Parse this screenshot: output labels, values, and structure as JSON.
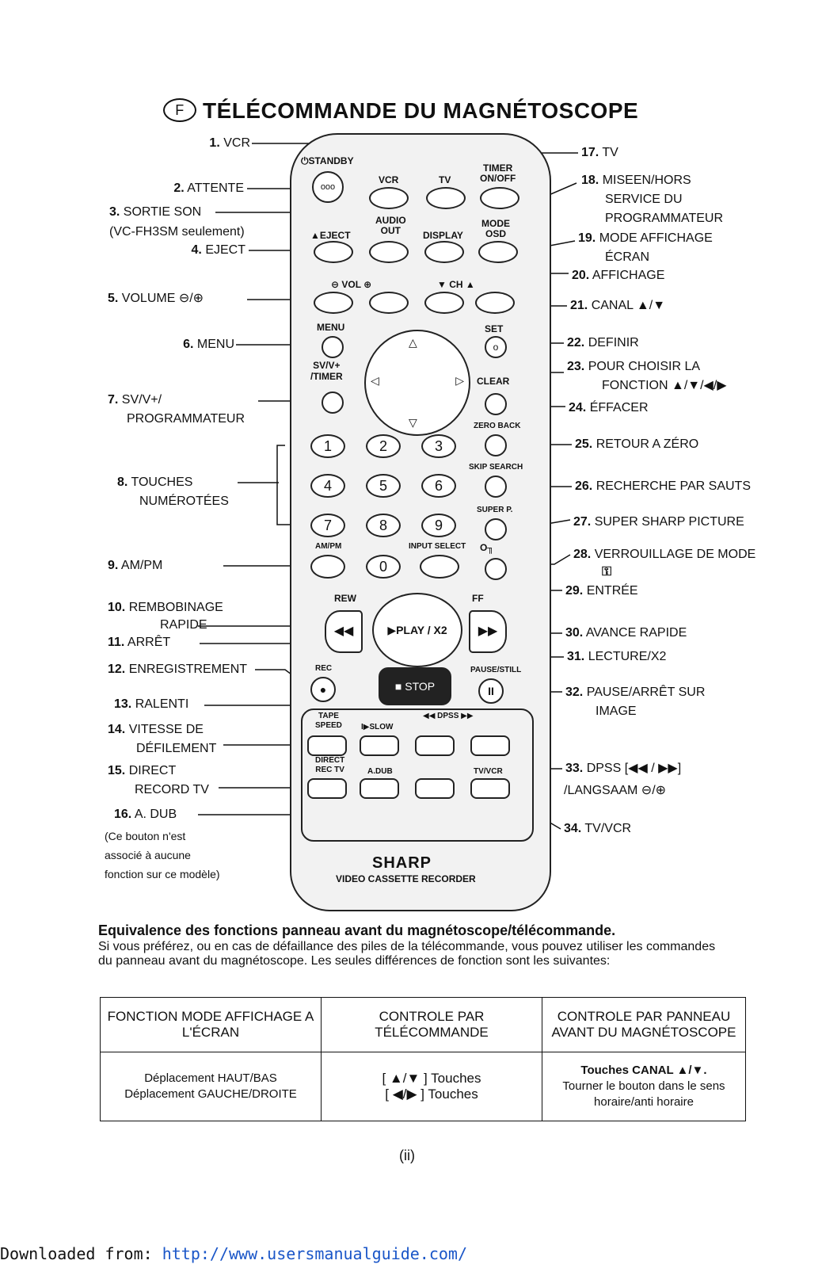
{
  "header": {
    "lang": "F",
    "title": "TÉLÉCOMMANDE DU MAGNÉTOSCOPE"
  },
  "remote": {
    "standby": "⏻STANDBY",
    "vcr": "VCR",
    "tv": "TV",
    "timer": "TIMER\nON/OFF",
    "audio_out": "AUDIO\nOUT",
    "mode_osd": "MODE\nOSD",
    "eject": "▲EJECT",
    "display": "DISPLAY",
    "vol": "⊖ VOL ⊕",
    "ch": "▼ CH ▲",
    "menu": "MENU",
    "set": "SET",
    "svv": "SV/V+\n/TIMER",
    "clear": "CLEAR",
    "zero_back": "ZERO BACK",
    "skip_search": "SKIP SEARCH",
    "super_p": "SUPER P.",
    "ampm": "AM/PM",
    "input_select": "INPUT SELECT",
    "key_icon": "O╖",
    "digits": [
      "1",
      "2",
      "3",
      "4",
      "5",
      "6",
      "7",
      "8",
      "9",
      "0"
    ],
    "rew": "REW",
    "ff": "FF",
    "play": "▶PLAY / X2",
    "stop": "■ STOP",
    "rec": "REC",
    "pause": "PAUSE/STILL",
    "tape_speed": "TAPE\nSPEED",
    "slow": "I▶SLOW",
    "dpss": "◀◀  DPSS  ▶▶",
    "direct": "DIRECT\nREC TV",
    "adub": "A.DUB",
    "tvvcr": "TV/VCR",
    "brand": "SHARP",
    "brand_sub": "VIDEO CASSETTE RECORDER"
  },
  "callouts_left": [
    {
      "n": "1.",
      "t": "VCR"
    },
    {
      "n": "2.",
      "t": "ATTENTE"
    },
    {
      "n": "3.",
      "t": "SORTIE SON"
    },
    {
      "n": "",
      "t": "(VC-FH3SM seulement)"
    },
    {
      "n": "4.",
      "t": "EJECT"
    },
    {
      "n": "5.",
      "t": "VOLUME ⊖/⊕"
    },
    {
      "n": "6.",
      "t": "MENU"
    },
    {
      "n": "7.",
      "t": "SV/V+/"
    },
    {
      "n": "",
      "t": "PROGRAMMATEUR"
    },
    {
      "n": "8.",
      "t": "TOUCHES"
    },
    {
      "n": "",
      "t": "NUMÉROTÉES"
    },
    {
      "n": "9.",
      "t": "AM/PM"
    },
    {
      "n": "10.",
      "t": "REMBOBINAGE"
    },
    {
      "n": "",
      "t": "RAPIDE"
    },
    {
      "n": "11.",
      "t": "ARRÊT"
    },
    {
      "n": "12.",
      "t": "ENREGISTREMENT"
    },
    {
      "n": "13.",
      "t": "RALENTI"
    },
    {
      "n": "14.",
      "t": "VITESSE DE"
    },
    {
      "n": "",
      "t": "DÉFILEMENT"
    },
    {
      "n": "15.",
      "t": "DIRECT"
    },
    {
      "n": "",
      "t": "RECORD TV"
    },
    {
      "n": "16.",
      "t": "A. DUB"
    },
    {
      "n": "",
      "t": "(Ce bouton n'est"
    },
    {
      "n": "",
      "t": "associé à aucune"
    },
    {
      "n": "",
      "t": "fonction sur ce modèle)"
    }
  ],
  "callouts_right": [
    {
      "n": "17.",
      "t": "TV"
    },
    {
      "n": "18.",
      "t": "MISEEN/HORS"
    },
    {
      "n": "",
      "t": "SERVICE DU"
    },
    {
      "n": "",
      "t": "PROGRAMMATEUR"
    },
    {
      "n": "19.",
      "t": "MODE AFFICHAGE"
    },
    {
      "n": "",
      "t": "ÉCRAN"
    },
    {
      "n": "20.",
      "t": "AFFICHAGE"
    },
    {
      "n": "21.",
      "t": "CANAL ▲/▼"
    },
    {
      "n": "22.",
      "t": "DEFINIR"
    },
    {
      "n": "23.",
      "t": "POUR CHOISIR LA"
    },
    {
      "n": "",
      "t": "FONCTION ▲/▼/◀/▶"
    },
    {
      "n": "24.",
      "t": "ÉFFACER"
    },
    {
      "n": "25.",
      "t": "RETOUR A ZÉRO"
    },
    {
      "n": "26.",
      "t": "RECHERCHE PAR SAUTS"
    },
    {
      "n": "27.",
      "t": "SUPER SHARP PICTURE"
    },
    {
      "n": "28.",
      "t": "VERROUILLAGE DE MODE"
    },
    {
      "n": "29.",
      "t": "ENTRÉE"
    },
    {
      "n": "30.",
      "t": "AVANCE RAPIDE"
    },
    {
      "n": "31.",
      "t": "LECTURE/X2"
    },
    {
      "n": "32.",
      "t": "PAUSE/ARRÊT SUR"
    },
    {
      "n": "",
      "t": "IMAGE"
    },
    {
      "n": "33.",
      "t": "DPSS [◀◀ / ▶▶]"
    },
    {
      "n": "",
      "t": "/LANGSAAM ⊖/⊕"
    },
    {
      "n": "34.",
      "t": "TV/VCR"
    }
  ],
  "equivalence": {
    "heading": "Equivalence des fonctions panneau avant du magnétoscope/télécommande.",
    "text": "Si vous préférez, ou en cas de défaillance des piles de la télécommande, vous pouvez utiliser les commandes du panneau avant du magnétoscope. Les seules différences de fonction sont les suivantes:",
    "headers": [
      "FONCTION MODE AFFICHAGE A L'ÉCRAN",
      "CONTROLE PAR TÉLÉCOMMANDE",
      "CONTROLE PAR PANNEAU AVANT DU MAGNÉTOSCOPE"
    ],
    "row": {
      "c1a": "Déplacement HAUT/BAS",
      "c1b": "Déplacement GAUCHE/DROITE",
      "c2a": "[ ▲/▼ ] Touches",
      "c2b": "[ ◀/▶ ] Touches",
      "c3a": "Touches CANAL ▲/▼.",
      "c3b": "Tourner le bouton dans le sens",
      "c3c": "horaire/anti horaire"
    }
  },
  "page_number": "(ii)",
  "footer": {
    "prefix": "Downloaded from: ",
    "link": "http://www.usersmanualguide.com/"
  }
}
